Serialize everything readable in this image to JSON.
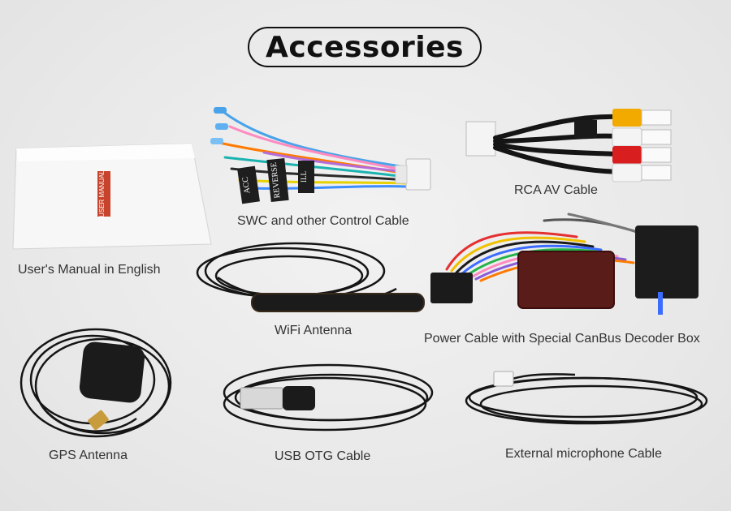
{
  "title": "Accessories",
  "manual_label": "USER MANUAL",
  "cable_labels": [
    "ACC",
    "REVERSE",
    "ILL"
  ],
  "items": [
    {
      "label": "User's Manual in English"
    },
    {
      "label": "SWC and other Control Cable"
    },
    {
      "label": "RCA AV Cable"
    },
    {
      "label": "WiFi Antenna"
    },
    {
      "label": "Power Cable with Special CanBus Decoder Box"
    },
    {
      "label": "GPS Antenna"
    },
    {
      "label": "USB OTG Cable"
    },
    {
      "label": "External microphone Cable"
    }
  ]
}
